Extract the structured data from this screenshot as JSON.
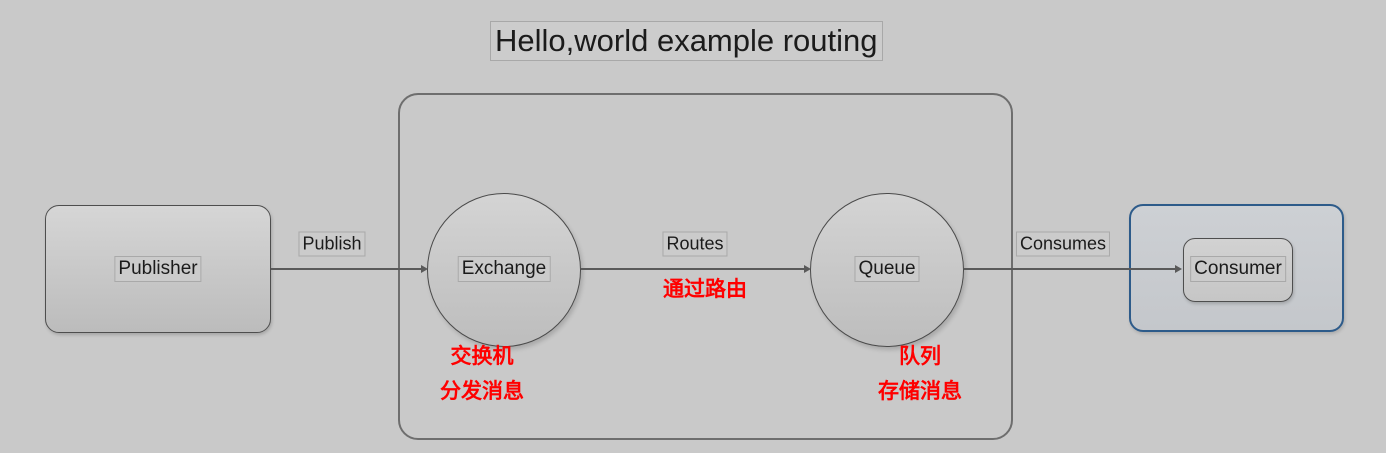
{
  "diagram": {
    "title": "Hello,world example routing",
    "background_color": "#c9c9c9",
    "accent_blue": "#2d5b8a",
    "annotation_color": "#ff0000",
    "nodes": [
      {
        "id": "publisher",
        "label": "Publisher",
        "shape": "rounded-rect"
      },
      {
        "id": "exchange",
        "label": "Exchange",
        "shape": "circle"
      },
      {
        "id": "queue",
        "label": "Queue",
        "shape": "circle"
      },
      {
        "id": "consumer",
        "label": "Consumer",
        "shape": "rounded-rect"
      }
    ],
    "edges": [
      {
        "id": "publish",
        "label": "Publish",
        "from": "publisher",
        "to": "exchange",
        "annotation": ""
      },
      {
        "id": "routes",
        "label": "Routes",
        "from": "exchange",
        "to": "queue",
        "annotation": "通过路由"
      },
      {
        "id": "consumes",
        "label": "Consumes",
        "from": "queue",
        "to": "consumer",
        "annotation": ""
      }
    ],
    "annotations": {
      "exchange_line1": "交换机",
      "exchange_line2": "分发消息",
      "queue_line1": "队列",
      "queue_line2": "存储消息",
      "routes_note": "通过路由"
    }
  }
}
